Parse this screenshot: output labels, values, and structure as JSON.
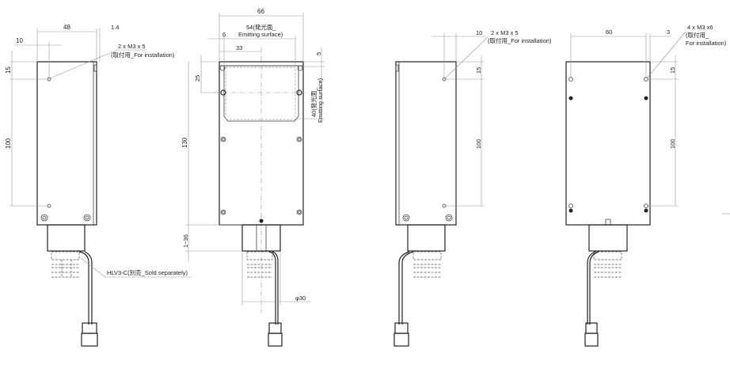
{
  "drawing": {
    "views": [
      "side-left",
      "front",
      "side-right",
      "back"
    ],
    "side_left": {
      "dim_width": "48",
      "dim_offset": "10",
      "dim_edge": "1.4",
      "dim_top": "15",
      "dim_pitch": "100",
      "callout_line1": "2 x M3 x 5",
      "callout_line2": "(取付用_For installation)",
      "cable_label": "HLV3-C(別売_Sold separately)"
    },
    "front": {
      "dim_width": "66",
      "dim_emit_width_1": "54(発光面_",
      "dim_emit_width_2": "Emitting surface)",
      "dim_offset": "6",
      "dim_center": "33",
      "dim_top": "5",
      "dim_emit_height_1": "40(発光面_",
      "dim_emit_height_2": "Emitting surface)",
      "dim_screw": "25",
      "dim_height": "130",
      "dim_neck": "1~36",
      "dim_diameter": "φ30"
    },
    "side_right": {
      "dim_offset": "10",
      "dim_top": "15",
      "dim_pitch": "100",
      "callout_line1": "2 x M3 x 5",
      "callout_line2": "(取付用_For installation)"
    },
    "back": {
      "dim_width": "60",
      "dim_edge": "3",
      "dim_top": "15",
      "dim_pitch": "100",
      "callout_line1": "4 x M3 x6",
      "callout_line2": "(取付用_",
      "callout_line3": "For installation)"
    }
  }
}
